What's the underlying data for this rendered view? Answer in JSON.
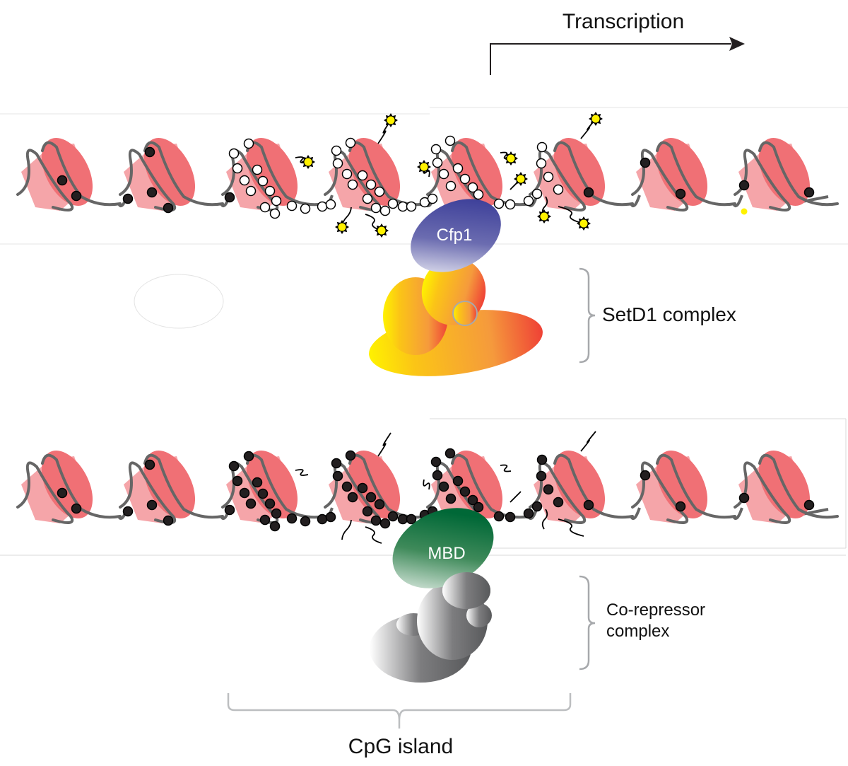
{
  "title": "Cfp1 and MBD recognition of CpG islands",
  "labels": {
    "transcription": "Transcription",
    "cfp1": "Cfp1",
    "setd1_complex": "SetD1 complex",
    "mbd": "MBD",
    "corepressor_line1": "Co-repressor",
    "corepressor_line2": "complex",
    "cpg_island": "CpG island"
  },
  "colors": {
    "nucleosome_body": "#f4a0a4",
    "nucleosome_face": "#f07075",
    "dna": "#666666",
    "methylated_cpg": "#231f20",
    "unmethylated_cpg": "#ffffff",
    "h3k4me3_mark": "#fff200",
    "cfp1_dark": "#2e3192",
    "setd1_yellow": "#ffe600",
    "setd1_red": "#ef4136",
    "mbd_dark": "#006837",
    "corepressor_dark": "#58595b",
    "bracket": "#a7a9ac"
  },
  "panels": [
    {
      "name": "active-promoter",
      "state": "unmethylated",
      "nucleosome_count": 8,
      "bound_protein": "Cfp1",
      "complex": "SetD1 complex"
    },
    {
      "name": "silenced-promoter",
      "state": "methylated",
      "nucleosome_count": 8,
      "bound_protein": "MBD",
      "complex": "Co-repressor complex"
    }
  ]
}
